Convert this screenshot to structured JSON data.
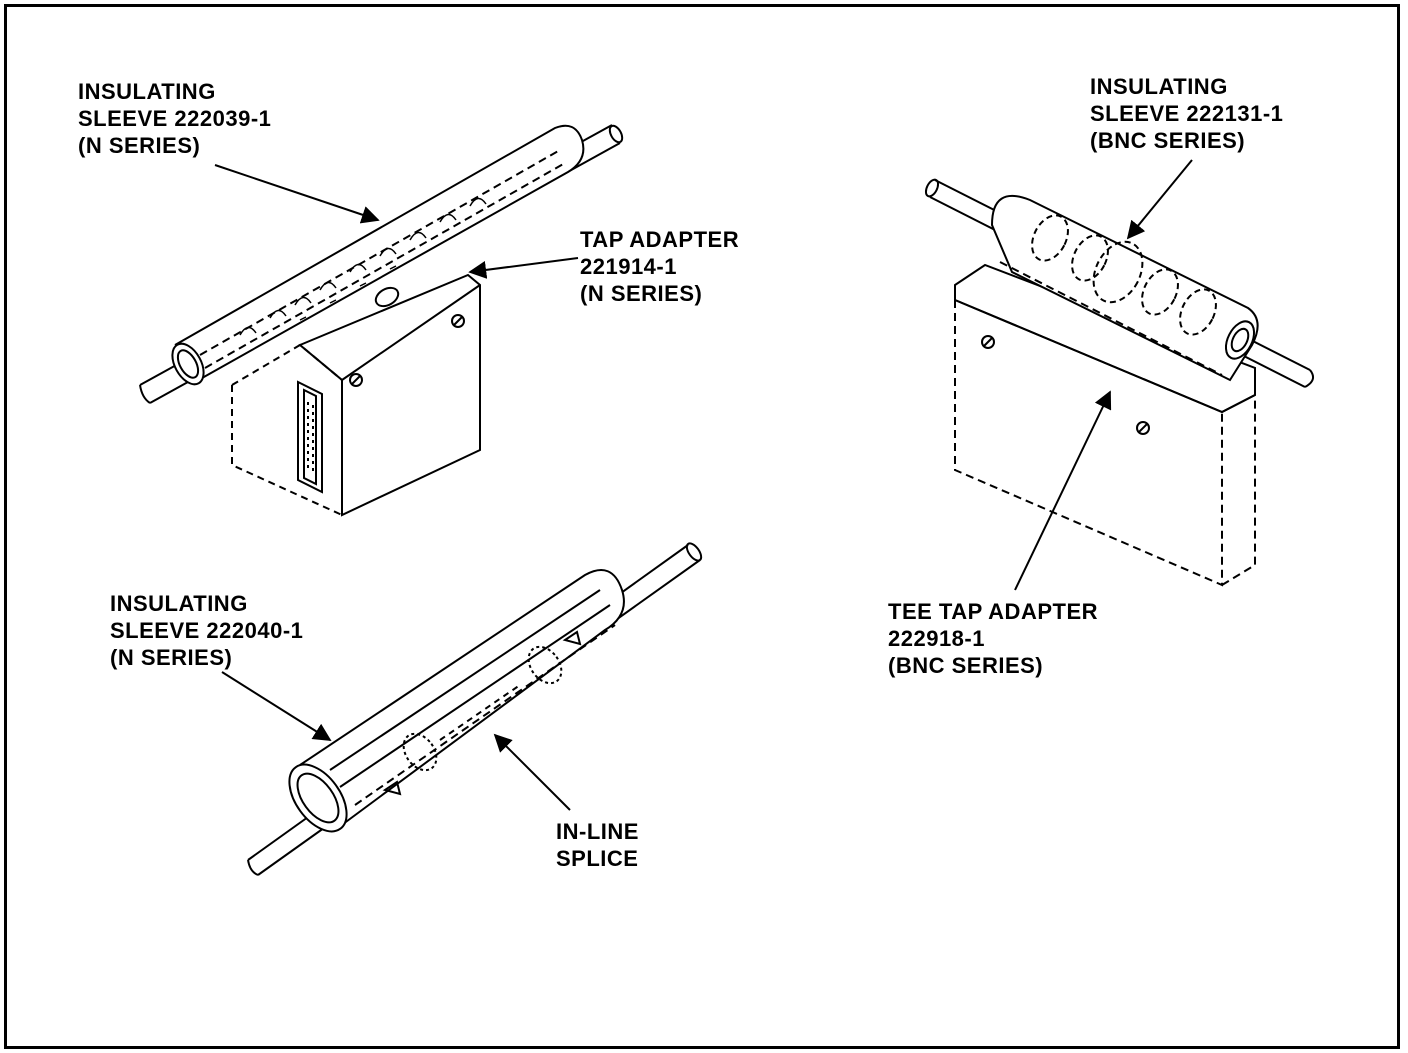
{
  "callouts": {
    "sleeve_n_tap": [
      "INSULATING",
      "SLEEVE 222039-1",
      "(N SERIES)"
    ],
    "tap_adapter": [
      "TAP ADAPTER",
      "221914-1",
      "(N SERIES)"
    ],
    "sleeve_bnc": [
      "INSULATING",
      "SLEEVE 222131-1",
      "(BNC SERIES)"
    ],
    "sleeve_n_splice": [
      "INSULATING",
      "SLEEVE 222040-1",
      "(N SERIES)"
    ],
    "inline_splice": [
      "IN-LINE",
      "SPLICE"
    ],
    "tee_tap_adapter": [
      "TEE TAP ADAPTER",
      "222918-1",
      "(BNC SERIES)"
    ]
  },
  "colors": {
    "ink": "#000000",
    "paper": "#ffffff"
  }
}
